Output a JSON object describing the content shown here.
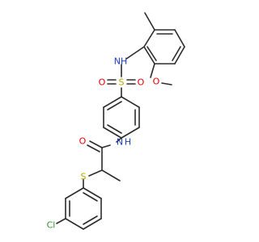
{
  "atoms": {
    "nh_top": {
      "label": "NH",
      "color": "#1f3fbf"
    },
    "s_sulfonyl": {
      "label": "S",
      "color": "#b8a600"
    },
    "o_left": {
      "label": "O",
      "color": "#e00000"
    },
    "o_right": {
      "label": "O",
      "color": "#e00000"
    },
    "o_methoxy": {
      "label": "O",
      "color": "#e00000"
    },
    "n_amide": {
      "label": "N",
      "h_label": "H",
      "color": "#1f3fbf"
    },
    "o_carbonyl": {
      "label": "O",
      "color": "#e00000"
    },
    "s_thio": {
      "label": "S",
      "color": "#b8a600"
    },
    "cl": {
      "label": "Cl",
      "color": "#2a9d2a"
    }
  },
  "bond_color": "#2b2b2b",
  "background": "#ffffff"
}
